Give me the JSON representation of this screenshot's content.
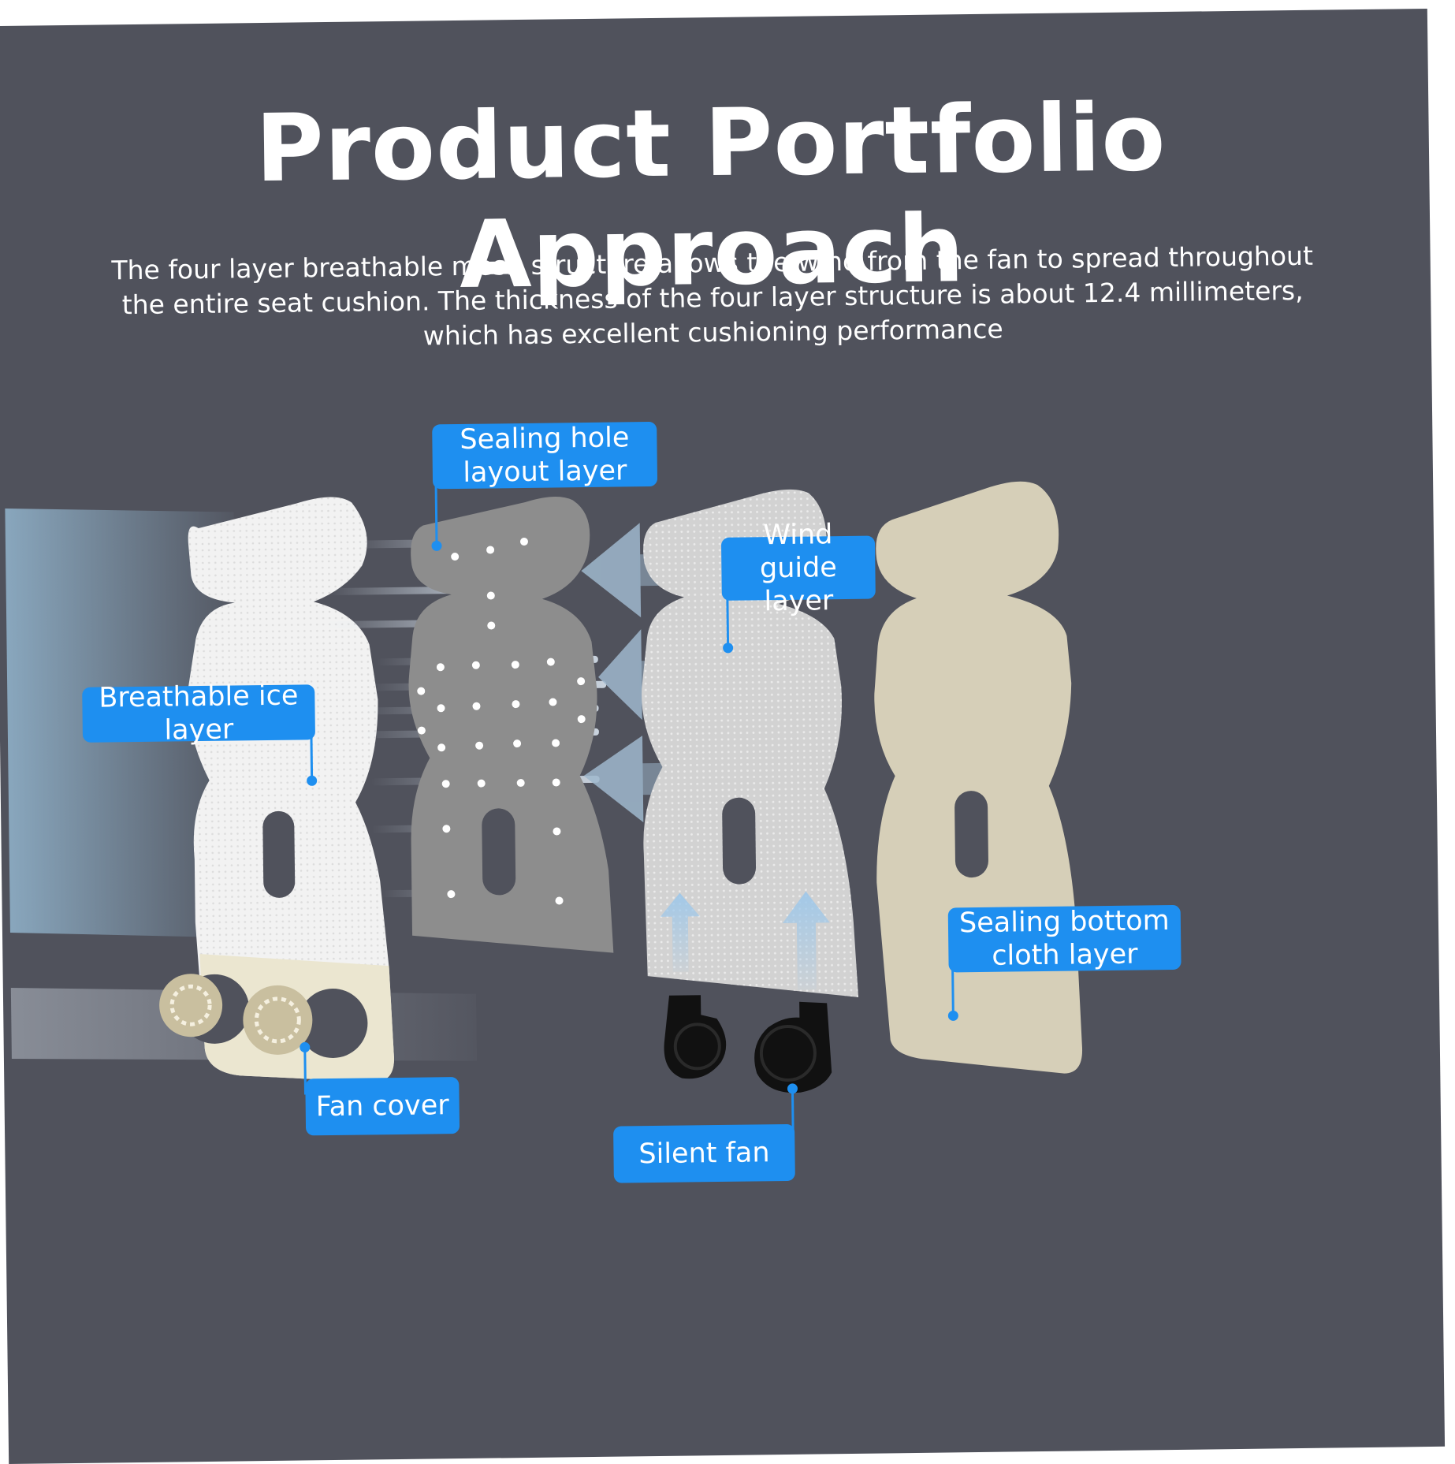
{
  "title": "Product Portfolio Approach",
  "description": "The four layer breathable mesh structure allows the wind from the fan to spread throughout the entire seat cushion. The thickness of the four layer structure is about 12.4 millimeters, which has excellent cushioning performance",
  "labels": {
    "sealing_hole": "Sealing hole layout layer",
    "wind_guide": "Wind guide layer",
    "breathable_ice": "Breathable ice layer",
    "sealing_bottom": "Sealing bottom cloth layer",
    "fan_cover": "Fan cover",
    "silent_fan": "Silent fan"
  },
  "colors": {
    "background": "#50525c",
    "label_fill": "#1e8ff0",
    "breathable_ice_layer": "#f0f0f0",
    "sealing_hole_layer": "#8c8c8c",
    "wind_guide_layer": "#d4d4d4",
    "sealing_bottom_layer": "#d6cfb8",
    "fan_cover": "#c9bf9f"
  }
}
